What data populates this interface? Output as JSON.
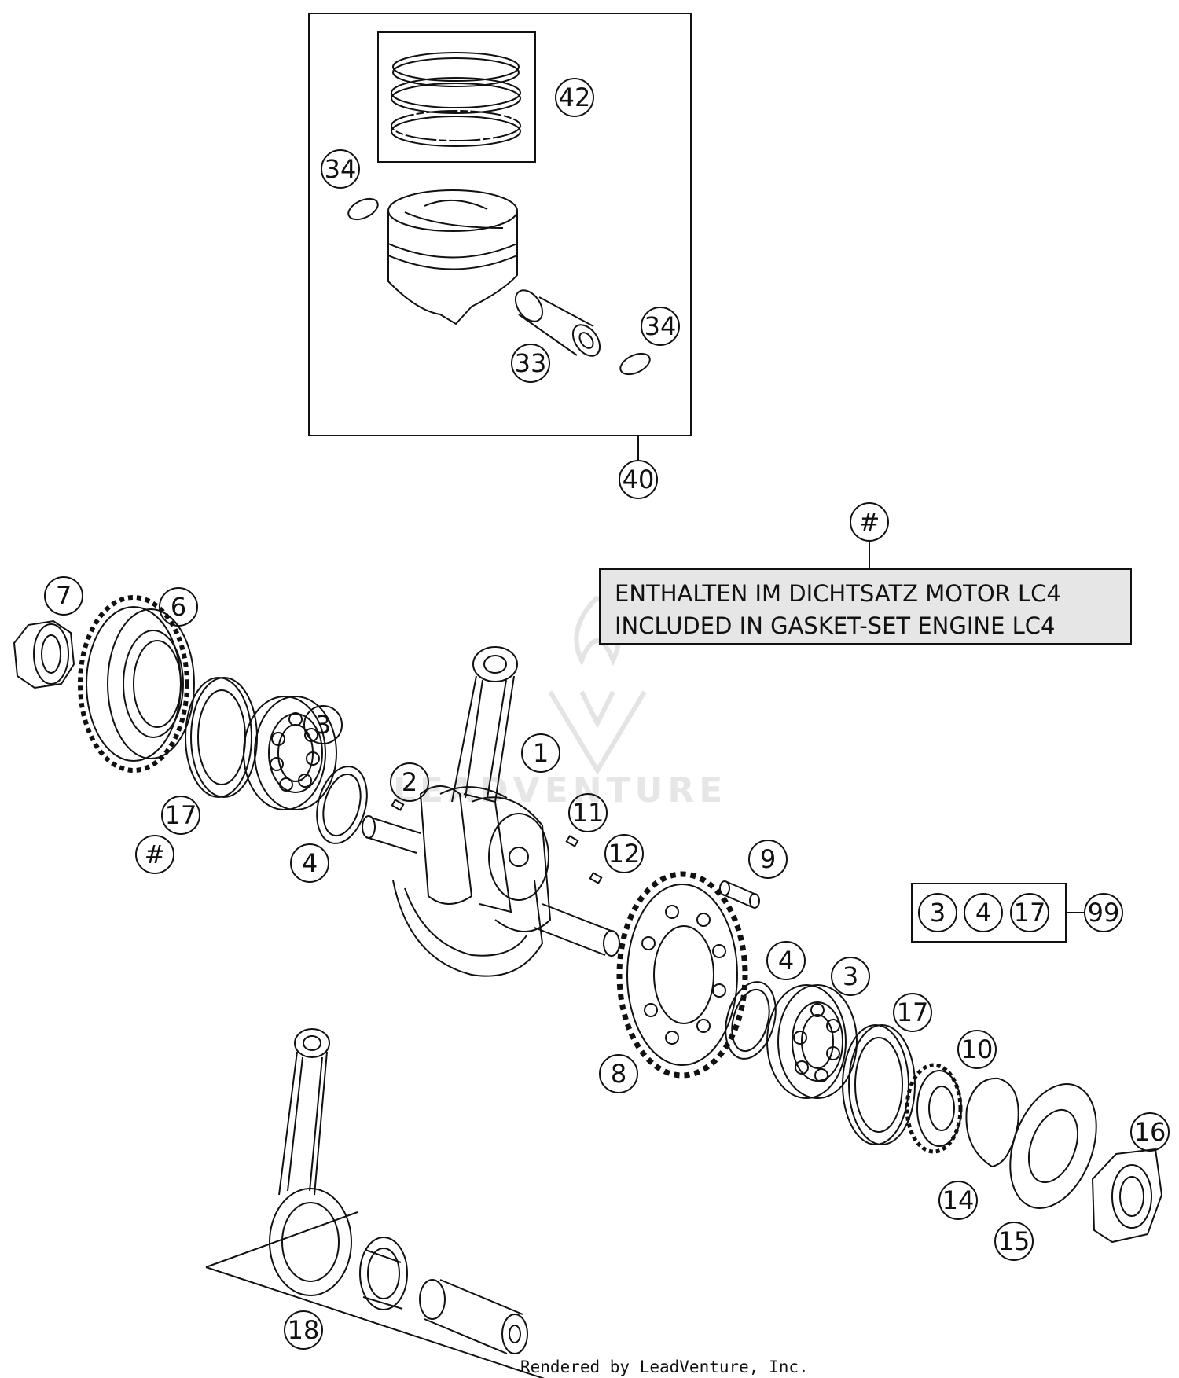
{
  "callouts": {
    "c42": "42",
    "c34a": "34",
    "c34b": "34",
    "c33": "33",
    "c40": "40",
    "c_hash_note": "#",
    "c7": "7",
    "c6": "6",
    "c3a": "3",
    "c1": "1",
    "c2": "2",
    "c17a": "17",
    "c_hash_17": "#",
    "c4a": "4",
    "c11": "11",
    "c12": "12",
    "c9": "9",
    "c4b": "4",
    "c3b": "3",
    "c17b": "17",
    "c10": "10",
    "c8": "8",
    "c16": "16",
    "c14": "14",
    "c15": "15",
    "c18": "18",
    "kit_3": "3",
    "kit_4": "4",
    "kit_17": "17",
    "kit_99": "99"
  },
  "note": {
    "line1": "ENTHALTEN IM DICHTSATZ MOTOR LC4",
    "line2": "INCLUDED IN GASKET-SET ENGINE LC4"
  },
  "watermark": "LEADVENTURE",
  "footer": "Rendered by LeadVenture, Inc.",
  "colors": {
    "line": "#111111",
    "note_bg": "#e6e6e6",
    "watermark": "#e6e6e6"
  }
}
